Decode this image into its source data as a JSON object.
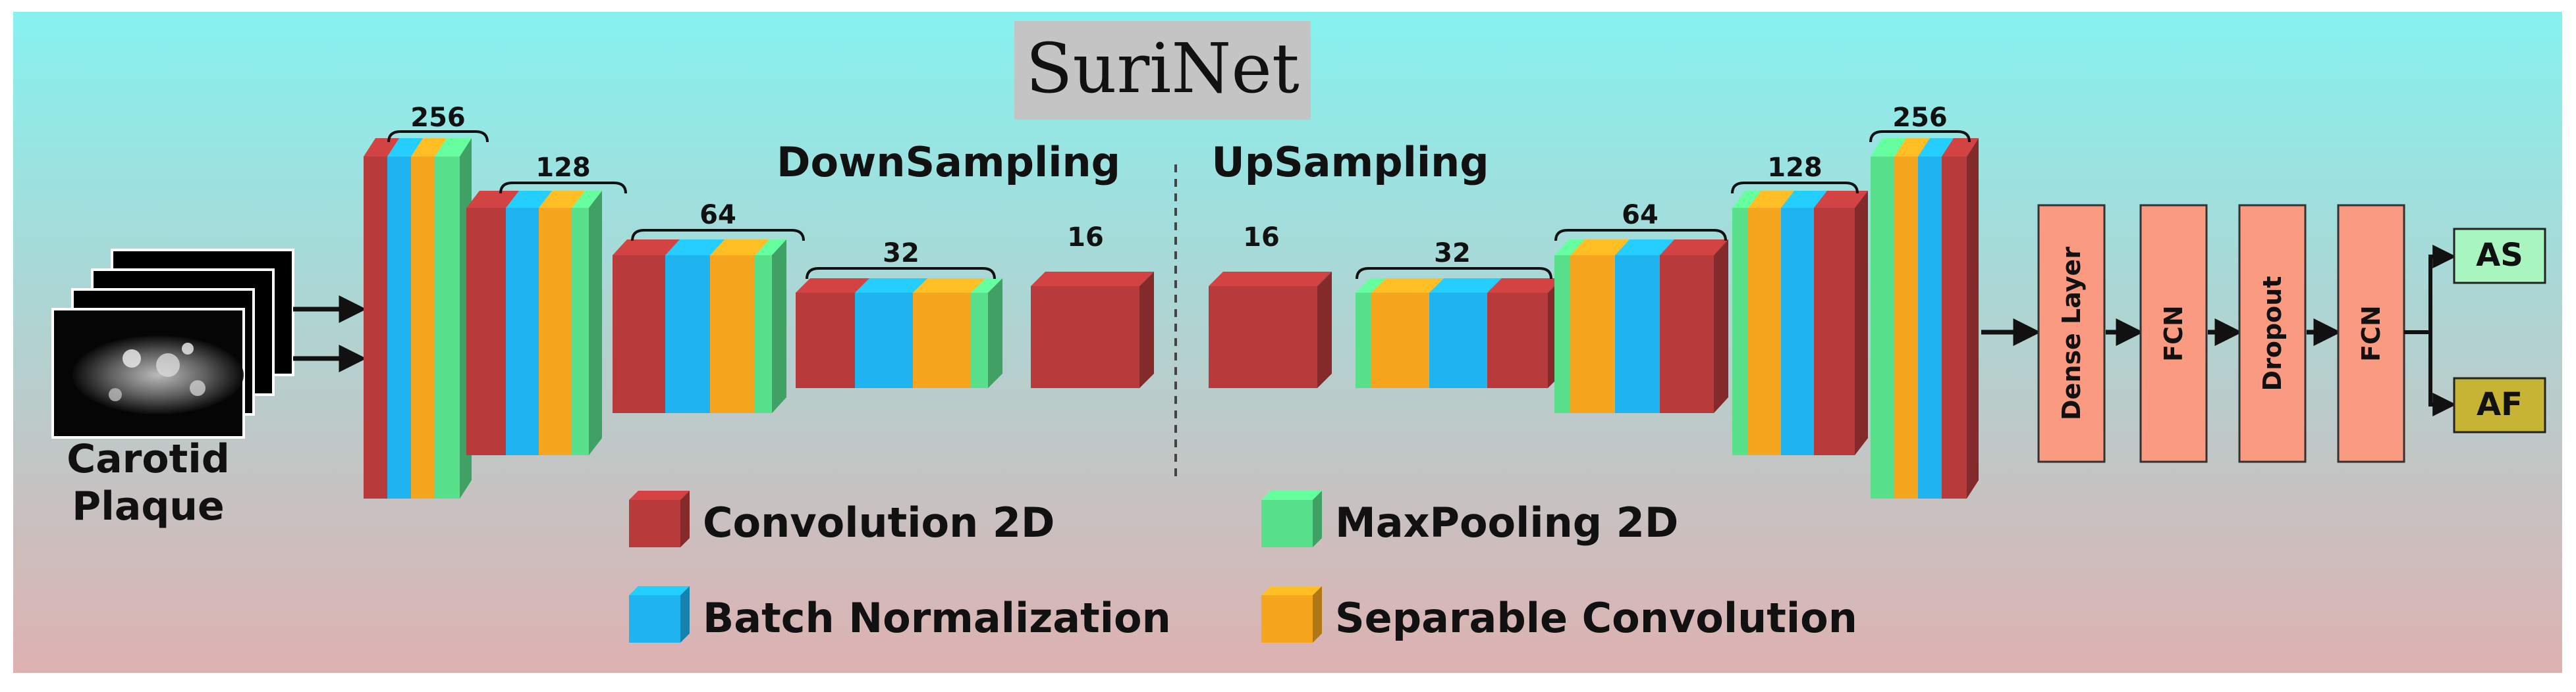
{
  "title": "SuriNet",
  "input_label_line1": "Carotid",
  "input_label_line2": "Plaque",
  "down_label": "DownSampling",
  "up_label": "UpSampling",
  "filter_sizes": {
    "down": [
      "256",
      "128",
      "64",
      "32",
      "16"
    ],
    "up": [
      "16",
      "32",
      "64",
      "128",
      "256"
    ]
  },
  "dense_blocks": [
    "Dense Layer",
    "FCN",
    "Dropout",
    "FCN"
  ],
  "outputs": [
    "AS",
    "AF"
  ],
  "legend": [
    {
      "label": "Convolution 2D",
      "color": "#b83a3a"
    },
    {
      "label": "MaxPooling 2D",
      "color": "#58e08a"
    },
    {
      "label": "Batch Normalization",
      "color": "#1fb4f0"
    },
    {
      "label": "Separable Convolution",
      "color": "#f5a51e"
    }
  ],
  "colors": {
    "conv": "#b83a3a",
    "bn": "#1fb4f0",
    "sep": "#f5a51e",
    "pool": "#58e08a",
    "dense": "#fa9a80",
    "out_as": "#a8f5c0",
    "out_af": "#c8b434",
    "bg_top": "#86f2ef",
    "bg_bottom": "#deb1b1"
  }
}
